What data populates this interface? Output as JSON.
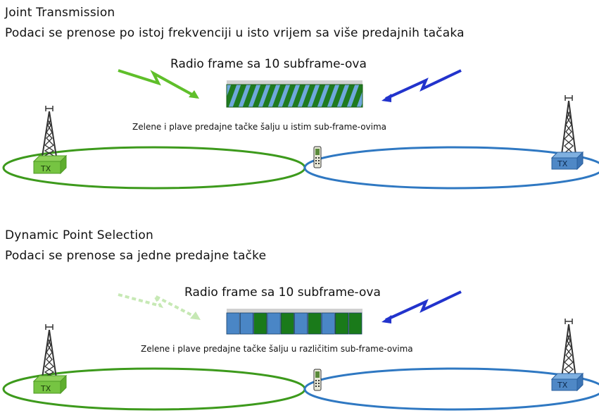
{
  "section1": {
    "title": "Joint Transmission",
    "subtitle": "Podaci se prenose po istoj frekvenciji u isto vrijem sa više predajnih tačaka",
    "frame_caption": "Radio frame sa 10 subframe-ova",
    "note": "Zelene i plave predajne tačke šalju u istim sub-frame-ovima",
    "tx_left": "TX",
    "tx_right": "TX"
  },
  "section2": {
    "title": "Dynamic Point Selection",
    "subtitle": "Podaci se prenose sa jedne predajne tačke",
    "frame_caption": "Radio frame sa 10 subframe-ova",
    "note": "Zelene i plave predajne tačke šalju u različitim sub-frame-ovima",
    "tx_left": "TX",
    "tx_right": "TX"
  },
  "colors": {
    "green": "#6abf2e",
    "green_dark": "#2e7d10",
    "frame_green": "#1a7a1a",
    "blue": "#4a86c6",
    "blue_dark": "#2a5f9e",
    "arrow_blue": "#2233cc",
    "ellipse_green": "#3d9a1c",
    "ellipse_blue": "#2f78c2"
  },
  "frame2_pattern": [
    "blue",
    "blue",
    "green",
    "blue",
    "green",
    "blue",
    "green",
    "blue",
    "green",
    "green"
  ]
}
